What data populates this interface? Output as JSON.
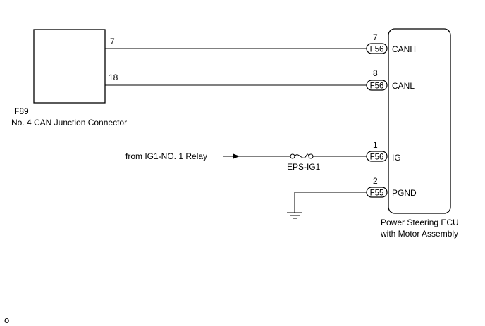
{
  "junction": {
    "code": "F89",
    "name": "No. 4 CAN Junction Connector",
    "pins": [
      "7",
      "18"
    ]
  },
  "ecu": {
    "name_line1": "Power Steering ECU",
    "name_line2": "with Motor Assembly",
    "rows": [
      {
        "pin": "7",
        "connector": "F56",
        "signal": "CANH"
      },
      {
        "pin": "8",
        "connector": "F56",
        "signal": "CANL"
      },
      {
        "pin": "1",
        "connector": "F56",
        "signal": "IG"
      },
      {
        "pin": "2",
        "connector": "F55",
        "signal": "PGND"
      }
    ]
  },
  "source_label": "from IG1-NO. 1 Relay",
  "fuse_label": "EPS-IG1",
  "corner_mark": "o"
}
